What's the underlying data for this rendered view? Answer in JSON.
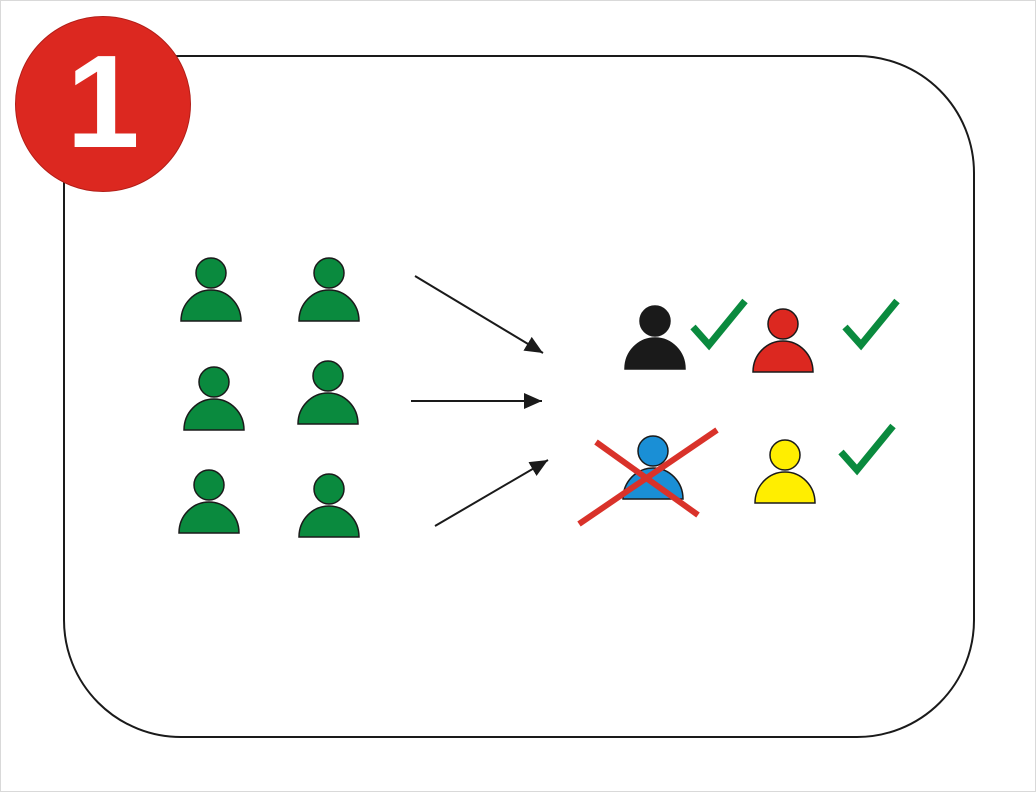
{
  "step": {
    "number": "1"
  },
  "colors": {
    "badge": "#dc2820",
    "green": "#0a8a3e",
    "black": "#1a1a1a",
    "red": "#dc2820",
    "blue": "#1a8fd6",
    "yellow": "#ffee00",
    "check": "#0a8a3e",
    "cross": "#d9322a",
    "arrow": "#1a1a1a"
  },
  "icons": {
    "person": "person-icon",
    "check": "checkmark-icon",
    "cross": "cross-icon",
    "arrow": "arrow-icon"
  },
  "candidates": [
    {
      "color": "green"
    },
    {
      "color": "green"
    },
    {
      "color": "green"
    },
    {
      "color": "green"
    },
    {
      "color": "green"
    },
    {
      "color": "green"
    }
  ],
  "selected": [
    {
      "color": "black",
      "status": "accepted"
    },
    {
      "color": "red",
      "status": "accepted"
    },
    {
      "color": "blue",
      "status": "rejected"
    },
    {
      "color": "yellow",
      "status": "accepted"
    }
  ]
}
